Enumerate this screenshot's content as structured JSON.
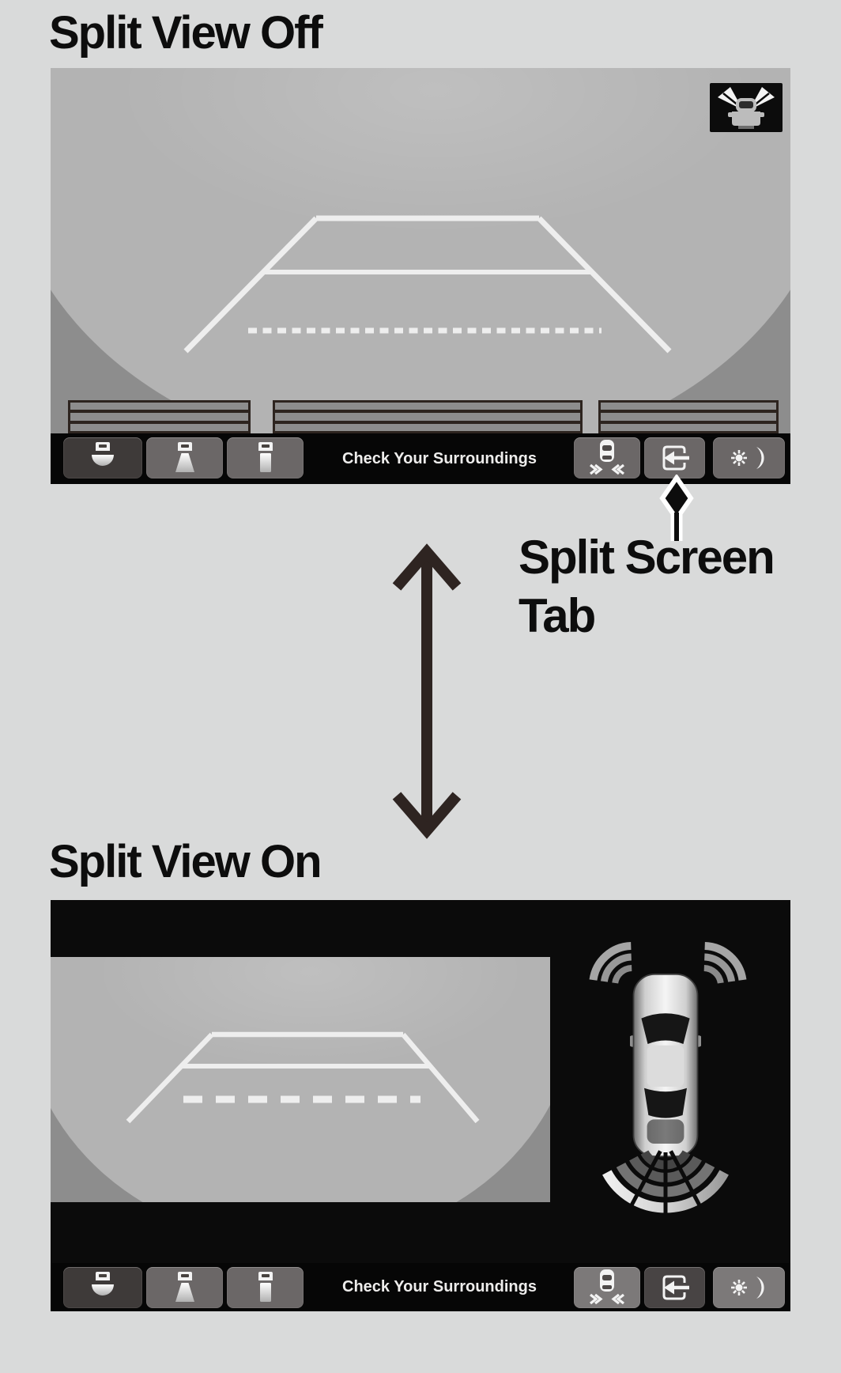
{
  "titles": {
    "split_view_off": "Split View Off",
    "split_view_on": "Split View On"
  },
  "callout": {
    "line1": "Split Screen",
    "line2": "Tab"
  },
  "toolbar": {
    "status_text": "Check Your Surroundings",
    "buttons": [
      {
        "id": "wide-view",
        "icon": "wide-rear-view-camera-icon",
        "selected": true
      },
      {
        "id": "normal-view",
        "icon": "normal-rear-view-camera-icon",
        "selected": false
      },
      {
        "id": "top-down-view",
        "icon": "top-down-rear-view-camera-icon",
        "selected": false
      },
      {
        "id": "parking-sensor",
        "icon": "parking-sensor-car-icon",
        "active_in_split_view": true
      },
      {
        "id": "split-screen-tab",
        "icon": "split-screen-arrow-icon",
        "pressed_in_split_view": true
      },
      {
        "id": "brightness",
        "icon": "sun-and-moon-icon"
      }
    ]
  },
  "indicators": {
    "rear_wide_camera": "rear-wide-camera-indicator-icon"
  },
  "colors": {
    "page_background": "#d9dada",
    "camera_background": "#b3b3b3",
    "camera_edge_shadow": "#8d8d8d",
    "guideline": "#eeeeee",
    "toolbar_background": "#060606",
    "button_gray": "#6b6767",
    "button_selected_dark": "#3e3a39",
    "button_active_light": "#7c7979",
    "button_pressed_dark": "#484444",
    "curb_border": "#2d241f",
    "split_screen_background": "#0b0b0b",
    "arrow_dark": "#2e2421"
  }
}
